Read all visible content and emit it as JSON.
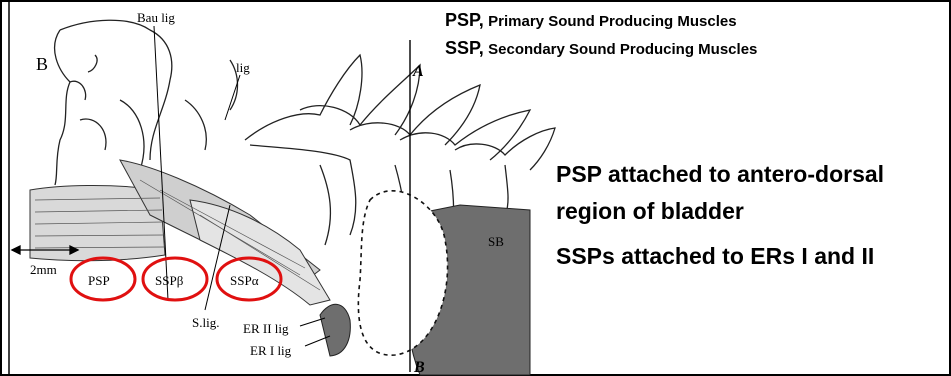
{
  "legend": [
    {
      "abbr": "PSP,",
      "desc": "Primary Sound Producing Muscles"
    },
    {
      "abbr": "SSP,",
      "desc": "Secondary Sound Producing Muscles"
    }
  ],
  "notes": [
    "PSP attached to antero-dorsal region of bladder",
    "SSPs attached to ERs I and II"
  ],
  "figure_labels": {
    "panel": "B",
    "bau_lig": "Bau lig",
    "lig": "lig",
    "axis_a": "A",
    "axis_b": "B",
    "sb": "SB",
    "scale": "2mm",
    "psp": "PSP",
    "ssp_beta": "SSPβ",
    "ssp_alpha": "SSPα",
    "s_lig": "S.lig.",
    "er2_lig": "ER II lig",
    "er1_lig": "ER I lig"
  },
  "colors": {
    "highlight_circle": "#e01010",
    "bladder_fill": "#6e6e6e",
    "muscle_fill": "#d9d9d9"
  }
}
